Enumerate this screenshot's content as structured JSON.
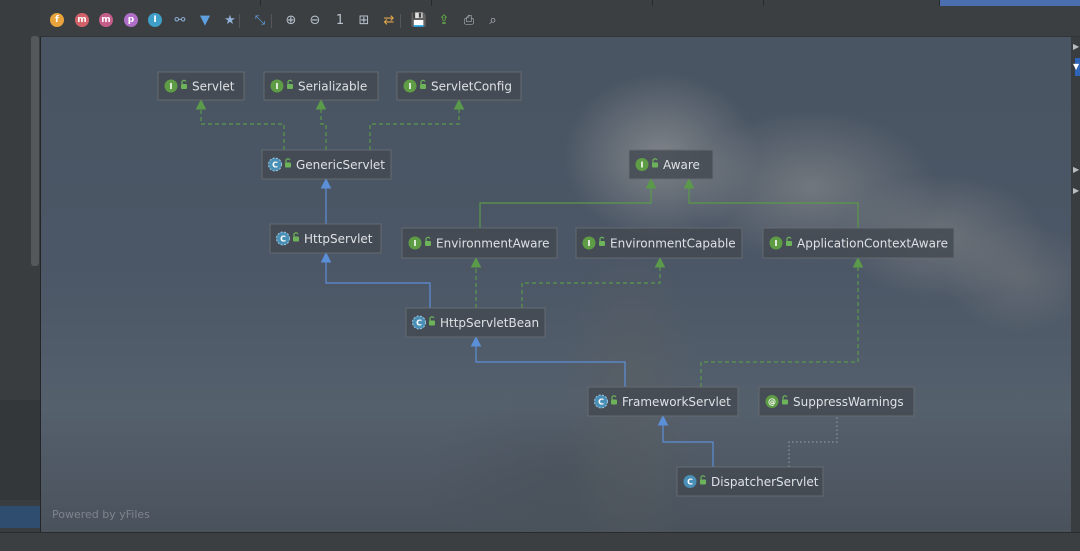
{
  "toolbar": {
    "buttons": [
      {
        "name": "fields-filter-button",
        "glyph": "f",
        "color": "#e8a33d"
      },
      {
        "name": "constructors-filter-button",
        "glyph": "m",
        "color": "#d2626a"
      },
      {
        "name": "methods-filter-button",
        "glyph": "m",
        "color": "#c65e8c"
      },
      {
        "name": "properties-filter-button",
        "glyph": "p",
        "color": "#b06ec8"
      },
      {
        "name": "inner-classes-filter-button",
        "glyph": "I",
        "color": "#3f9fc9"
      },
      {
        "name": "show-dependencies-button",
        "glyph": "⚯",
        "color": "#8fb0d8"
      },
      {
        "name": "filter-button",
        "glyph": "▼",
        "color": "#5fa0e0"
      },
      {
        "name": "change-visibility-button",
        "glyph": "★",
        "color": "#8fb0d8"
      },
      {
        "name": "layout-button",
        "glyph": "⤡",
        "color": "#5fa0e0"
      },
      {
        "name": "zoom-in-button",
        "glyph": "⊕",
        "color": "#b9c3cf"
      },
      {
        "name": "zoom-out-button",
        "glyph": "⊖",
        "color": "#b9c3cf"
      },
      {
        "name": "actual-size-button",
        "glyph": "1",
        "color": "#b9c3cf"
      },
      {
        "name": "fit-content-button",
        "glyph": "⊞",
        "color": "#b9c3cf"
      },
      {
        "name": "apply-layout-button",
        "glyph": "⇄",
        "color": "#e0a64a"
      },
      {
        "name": "save-button",
        "glyph": "💾",
        "color": "#b9c3cf"
      },
      {
        "name": "export-button",
        "glyph": "⇪",
        "color": "#6cc04a"
      },
      {
        "name": "print-button",
        "glyph": "⎙",
        "color": "#b9c3cf"
      },
      {
        "name": "print-preview-button",
        "glyph": "⌕",
        "color": "#b9c3cf"
      }
    ]
  },
  "diagram": {
    "colors": {
      "interface_badge": "#5e9c45",
      "class_badge": "#4a8fb5",
      "annotation_badge": "#5e9c45",
      "extends_edge": "#5b8fd8",
      "implements_edge": "#5a9a4a",
      "dotted_edge": "#8e9398"
    },
    "nodes": [
      {
        "id": "servlet",
        "label": "Servlet",
        "kind": "interface",
        "badge": "I"
      },
      {
        "id": "serializable",
        "label": "Serializable",
        "kind": "interface",
        "badge": "I"
      },
      {
        "id": "servletconfig",
        "label": "ServletConfig",
        "kind": "interface",
        "badge": "I"
      },
      {
        "id": "genericservlet",
        "label": "GenericServlet",
        "kind": "abstract-class",
        "badge": "C"
      },
      {
        "id": "aware",
        "label": "Aware",
        "kind": "interface",
        "badge": "I"
      },
      {
        "id": "httpservlet",
        "label": "HttpServlet",
        "kind": "abstract-class",
        "badge": "C"
      },
      {
        "id": "environmentaware",
        "label": "EnvironmentAware",
        "kind": "interface",
        "badge": "I"
      },
      {
        "id": "environmentcapable",
        "label": "EnvironmentCapable",
        "kind": "interface",
        "badge": "I"
      },
      {
        "id": "applicationcontextaware",
        "label": "ApplicationContextAware",
        "kind": "interface",
        "badge": "I"
      },
      {
        "id": "httpservletbean",
        "label": "HttpServletBean",
        "kind": "abstract-class",
        "badge": "C"
      },
      {
        "id": "frameworkservlet",
        "label": "FrameworkServlet",
        "kind": "abstract-class",
        "badge": "C"
      },
      {
        "id": "suppresswarnings",
        "label": "SuppressWarnings",
        "kind": "annotation",
        "badge": "@"
      },
      {
        "id": "dispatcherservlet",
        "label": "DispatcherServlet",
        "kind": "class",
        "badge": "C"
      }
    ],
    "edges": [
      {
        "from": "genericservlet",
        "to": "servlet",
        "type": "implements"
      },
      {
        "from": "genericservlet",
        "to": "serializable",
        "type": "implements"
      },
      {
        "from": "genericservlet",
        "to": "servletconfig",
        "type": "implements"
      },
      {
        "from": "httpservlet",
        "to": "genericservlet",
        "type": "extends"
      },
      {
        "from": "environmentaware",
        "to": "aware",
        "type": "interface-extends"
      },
      {
        "from": "applicationcontextaware",
        "to": "aware",
        "type": "interface-extends"
      },
      {
        "from": "httpservletbean",
        "to": "httpservlet",
        "type": "extends"
      },
      {
        "from": "httpservletbean",
        "to": "environmentaware",
        "type": "implements"
      },
      {
        "from": "httpservletbean",
        "to": "environmentcapable",
        "type": "implements"
      },
      {
        "from": "frameworkservlet",
        "to": "httpservletbean",
        "type": "extends"
      },
      {
        "from": "frameworkservlet",
        "to": "applicationcontextaware",
        "type": "implements"
      },
      {
        "from": "dispatcherservlet",
        "to": "frameworkservlet",
        "type": "extends"
      },
      {
        "from": "dispatcherservlet",
        "to": "suppresswarnings",
        "type": "annotated"
      }
    ]
  },
  "footer": {
    "powered_by": "Powered by yFiles"
  }
}
